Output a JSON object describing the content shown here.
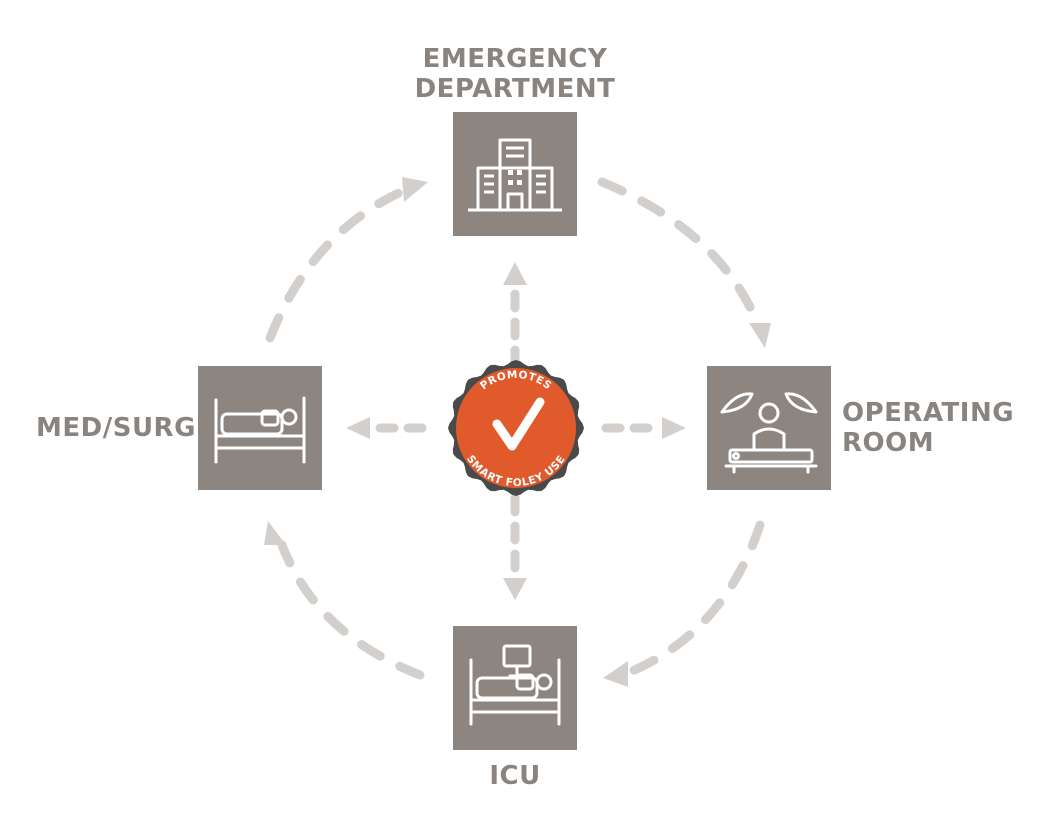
{
  "nodes": {
    "emergency": {
      "line1": "EMERGENCY",
      "line2": "DEPARTMENT",
      "icon": "hospital-building-icon"
    },
    "operating": {
      "line1": "OPERATING",
      "line2": "ROOM",
      "icon": "operating-table-icon"
    },
    "medsurg": {
      "label": "MED/SURG",
      "icon": "hospital-bed-icon"
    },
    "icu": {
      "label": "ICU",
      "icon": "icu-monitor-bed-icon"
    }
  },
  "badge": {
    "top_text": "PROMOTES",
    "bottom_text": "SMART FOLEY USE",
    "icon": "checkmark-icon"
  },
  "colors": {
    "tile": "#8c8580",
    "label": "#8a8480",
    "arrow": "#d2cfcc",
    "badge_fill": "#e15a2b",
    "badge_ring": "#4a4a4a",
    "icon_line": "#ffffff"
  }
}
